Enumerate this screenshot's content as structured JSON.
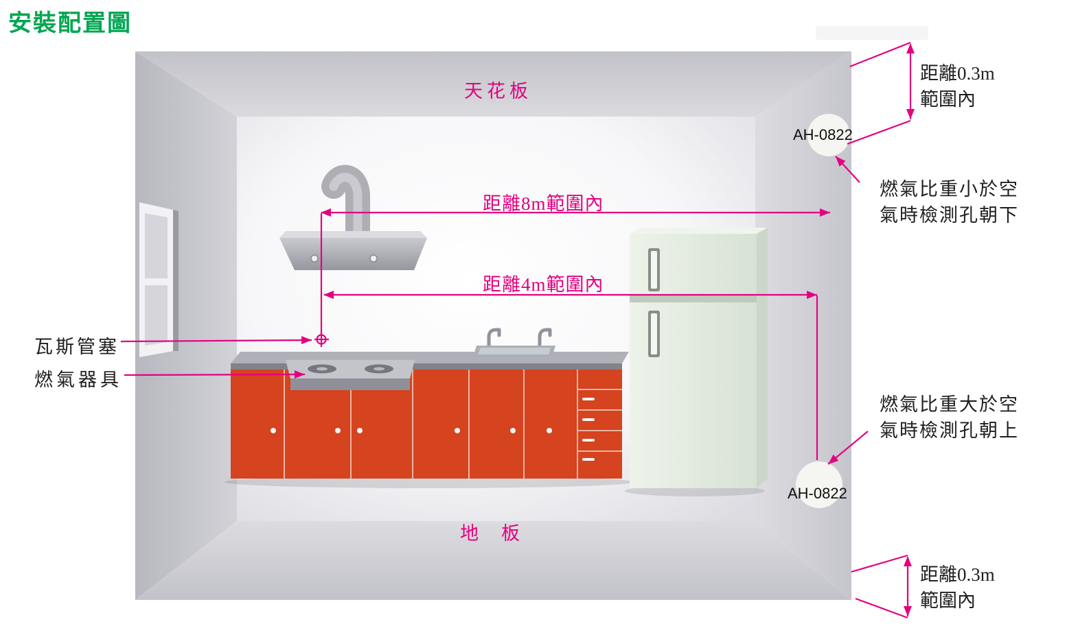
{
  "title": "安裝配置圖",
  "room": {
    "ceiling_label": "天花板",
    "floor_label": "地　板"
  },
  "equipment_labels": {
    "gas_plug": "瓦斯管塞",
    "gas_appliance": "燃氣器具"
  },
  "detectors": {
    "top": {
      "model": "AH-0822"
    },
    "bottom": {
      "model": "AH-0822"
    }
  },
  "dimensions": {
    "horizontal_8m": "距離8m範圍內",
    "horizontal_4m": "距離4m範圍內",
    "ceiling_clearance": {
      "line1": "距離0.3m",
      "line2": "範圍內"
    },
    "floor_clearance": {
      "line1": "距離0.3m",
      "line2": "範圍內"
    }
  },
  "notes": {
    "gas_lighter_than_air": {
      "line1": "燃氣比重小於空",
      "line2": "氣時檢測孔朝下"
    },
    "gas_heavier_than_air": {
      "line1": "燃氣比重大於空",
      "line2": "氣時檢測孔朝上"
    }
  },
  "colors": {
    "title_green": "#00a651",
    "annotation_magenta": "#e4007f",
    "note_text": "#1f1f1f",
    "cabinet_red": "#d5431f",
    "fridge_mint": "#e3ecdf"
  }
}
